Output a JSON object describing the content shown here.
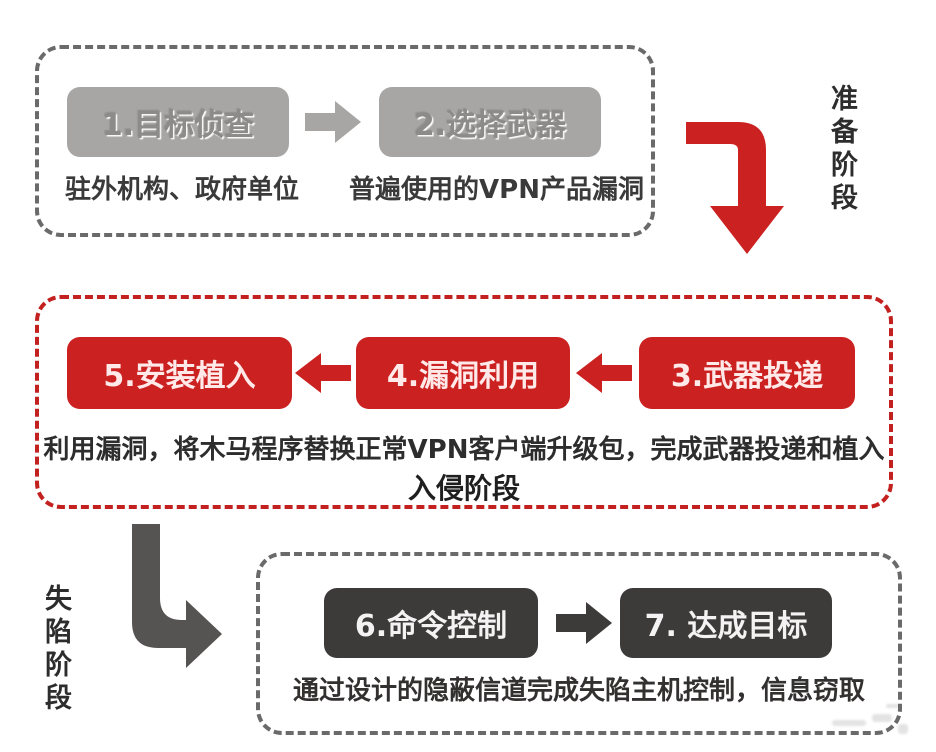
{
  "diagram": {
    "type": "flow-diagram",
    "topic": "APT attack kill chain via VPN supply chain",
    "colors": {
      "accent_red": "#cb2120",
      "gray_box": "#a8a5a5",
      "dark_box": "#3d3a3a",
      "gray_border": "#6a6a6a",
      "red_border": "#c32020",
      "text_dark": "#2d2d2d"
    },
    "stages": {
      "prepare": {
        "label": "准备阶段",
        "steps": [
          "1.目标侦查",
          "2.选择武器"
        ],
        "captions": [
          "驻外机构、政府单位",
          "普遍使用的VPN产品漏洞"
        ]
      },
      "intrusion": {
        "label": "入侵阶段",
        "steps_display_order": [
          "5.安装植入",
          "4.漏洞利用",
          "3.武器投递"
        ],
        "caption": "利用漏洞，将木马程序替换正常VPN客户端升级包，完成武器投递和植入"
      },
      "compromise": {
        "label": "失陷阶段",
        "steps": [
          "6.命令控制",
          "7. 达成目标"
        ],
        "caption": "通过设计的隐蔽信道完成失陷主机控制，信息窃取"
      }
    },
    "icons": {
      "arrow_right": "block-arrow-right",
      "arrow_left": "block-arrow-left",
      "bend_arrow_down": "elbow-arrow-right-then-down",
      "bend_arrow_right": "elbow-arrow-down-then-right"
    }
  }
}
